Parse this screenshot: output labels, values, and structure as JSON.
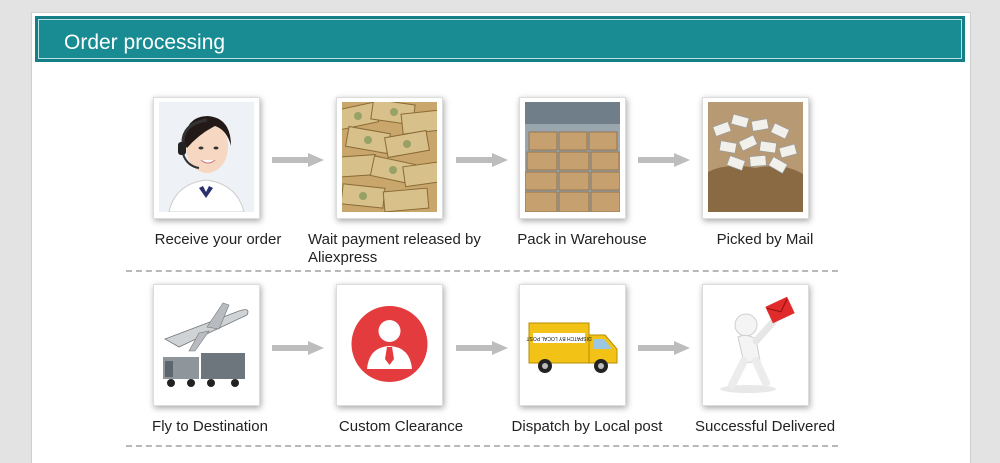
{
  "header": {
    "title": "Order processing"
  },
  "steps": [
    {
      "label": "Receive your order",
      "icon": "customer-service-icon"
    },
    {
      "label": "Wait payment released by Aliexpress",
      "icon": "money-icon"
    },
    {
      "label": "Pack in Warehouse",
      "icon": "warehouse-boxes-icon"
    },
    {
      "label": "Picked by Mail",
      "icon": "mail-pile-icon"
    },
    {
      "label": "Fly to Destination",
      "icon": "airplane-icon"
    },
    {
      "label": "Custom Clearance",
      "icon": "customs-officer-icon"
    },
    {
      "label": "Dispatch by Local post",
      "icon": "delivery-truck-icon"
    },
    {
      "label": "Successful Delivered",
      "icon": "delivered-envelope-icon"
    }
  ],
  "truck_sign": "DISPATCH BY LOCAL POST",
  "colors": {
    "header": "#188c92",
    "customs_red": "#e33b3e",
    "truck_yellow": "#f2c316",
    "arrow": "#bdbdbd"
  }
}
